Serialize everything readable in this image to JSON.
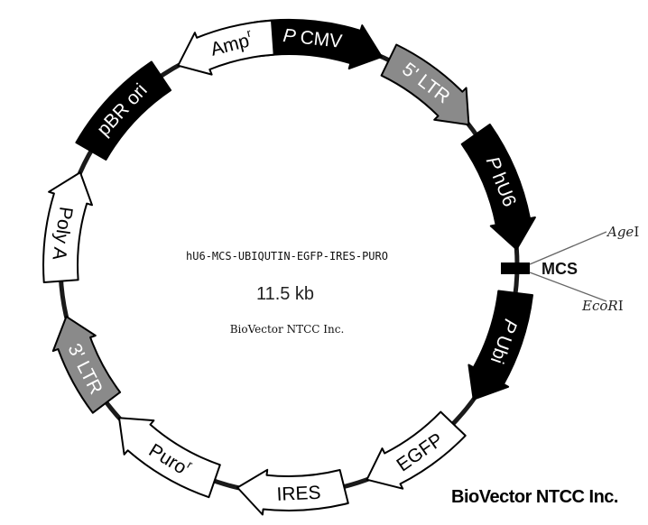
{
  "plasmid": {
    "name": "hU6-MCS-UBIQUTIN-EGFP-IRES-PURO",
    "size": "11.5 kb",
    "company": "BioVector NTCC Inc."
  },
  "colors": {
    "black": "#000000",
    "gray": "#8a8a8a",
    "white": "#ffffff",
    "backbone": "#1a1a1a"
  },
  "features": [
    {
      "prefix": "P",
      "label": "CMV",
      "sup": "",
      "fill": "black",
      "direction": "clockwise"
    },
    {
      "prefix": "",
      "label": "5' LTR",
      "sup": "",
      "fill": "gray",
      "direction": "clockwise"
    },
    {
      "prefix": "P",
      "label": "hU6",
      "sup": "",
      "fill": "black",
      "direction": "clockwise"
    },
    {
      "prefix": "P",
      "label": "Ubi",
      "sup": "",
      "fill": "black",
      "direction": "clockwise"
    },
    {
      "prefix": "",
      "label": "EGFP",
      "sup": "",
      "fill": "white",
      "direction": "clockwise"
    },
    {
      "prefix": "",
      "label": "IRES",
      "sup": "",
      "fill": "white",
      "direction": "clockwise"
    },
    {
      "prefix": "",
      "label": "Puro",
      "sup": "r",
      "fill": "white",
      "direction": "clockwise"
    },
    {
      "prefix": "",
      "label": "3' LTR",
      "sup": "",
      "fill": "gray",
      "direction": "clockwise"
    },
    {
      "prefix": "",
      "label": "Poly A",
      "sup": "",
      "fill": "white",
      "direction": "clockwise"
    },
    {
      "prefix": "",
      "label": "pBR ori",
      "sup": "",
      "fill": "black",
      "direction": "none"
    },
    {
      "prefix": "",
      "label": "Amp",
      "sup": "r",
      "fill": "white",
      "direction": "counterclockwise"
    }
  ],
  "mcs": {
    "label": "MCS",
    "sites": [
      {
        "name": "Age",
        "suffix": "I"
      },
      {
        "name": "EcoR",
        "suffix": "I"
      }
    ]
  },
  "watermark": "BioVector NTCC Inc."
}
